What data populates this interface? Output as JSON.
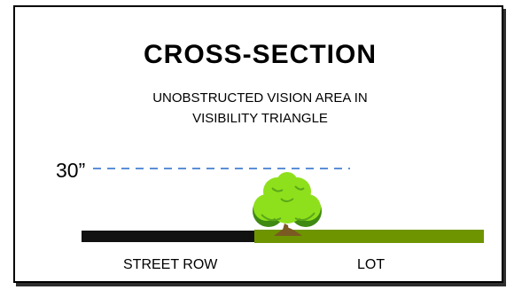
{
  "title": "CROSS-SECTION",
  "subtitle": {
    "line1": "UNOBSTRUCTED VISION AREA IN",
    "line2": "VISIBILITY TRIANGLE"
  },
  "height_marker": {
    "label": "30”"
  },
  "ground": {
    "street_label": "STREET ROW",
    "lot_label": "LOT"
  },
  "colors": {
    "street": "#111111",
    "lot": "#6e9400",
    "dash": "#5b8fd6",
    "shrub_light": "#8fe01c",
    "shrub_dark": "#3f8a12",
    "trunk": "#7a5a22"
  },
  "icons": {
    "shrub": "shrub-icon"
  }
}
